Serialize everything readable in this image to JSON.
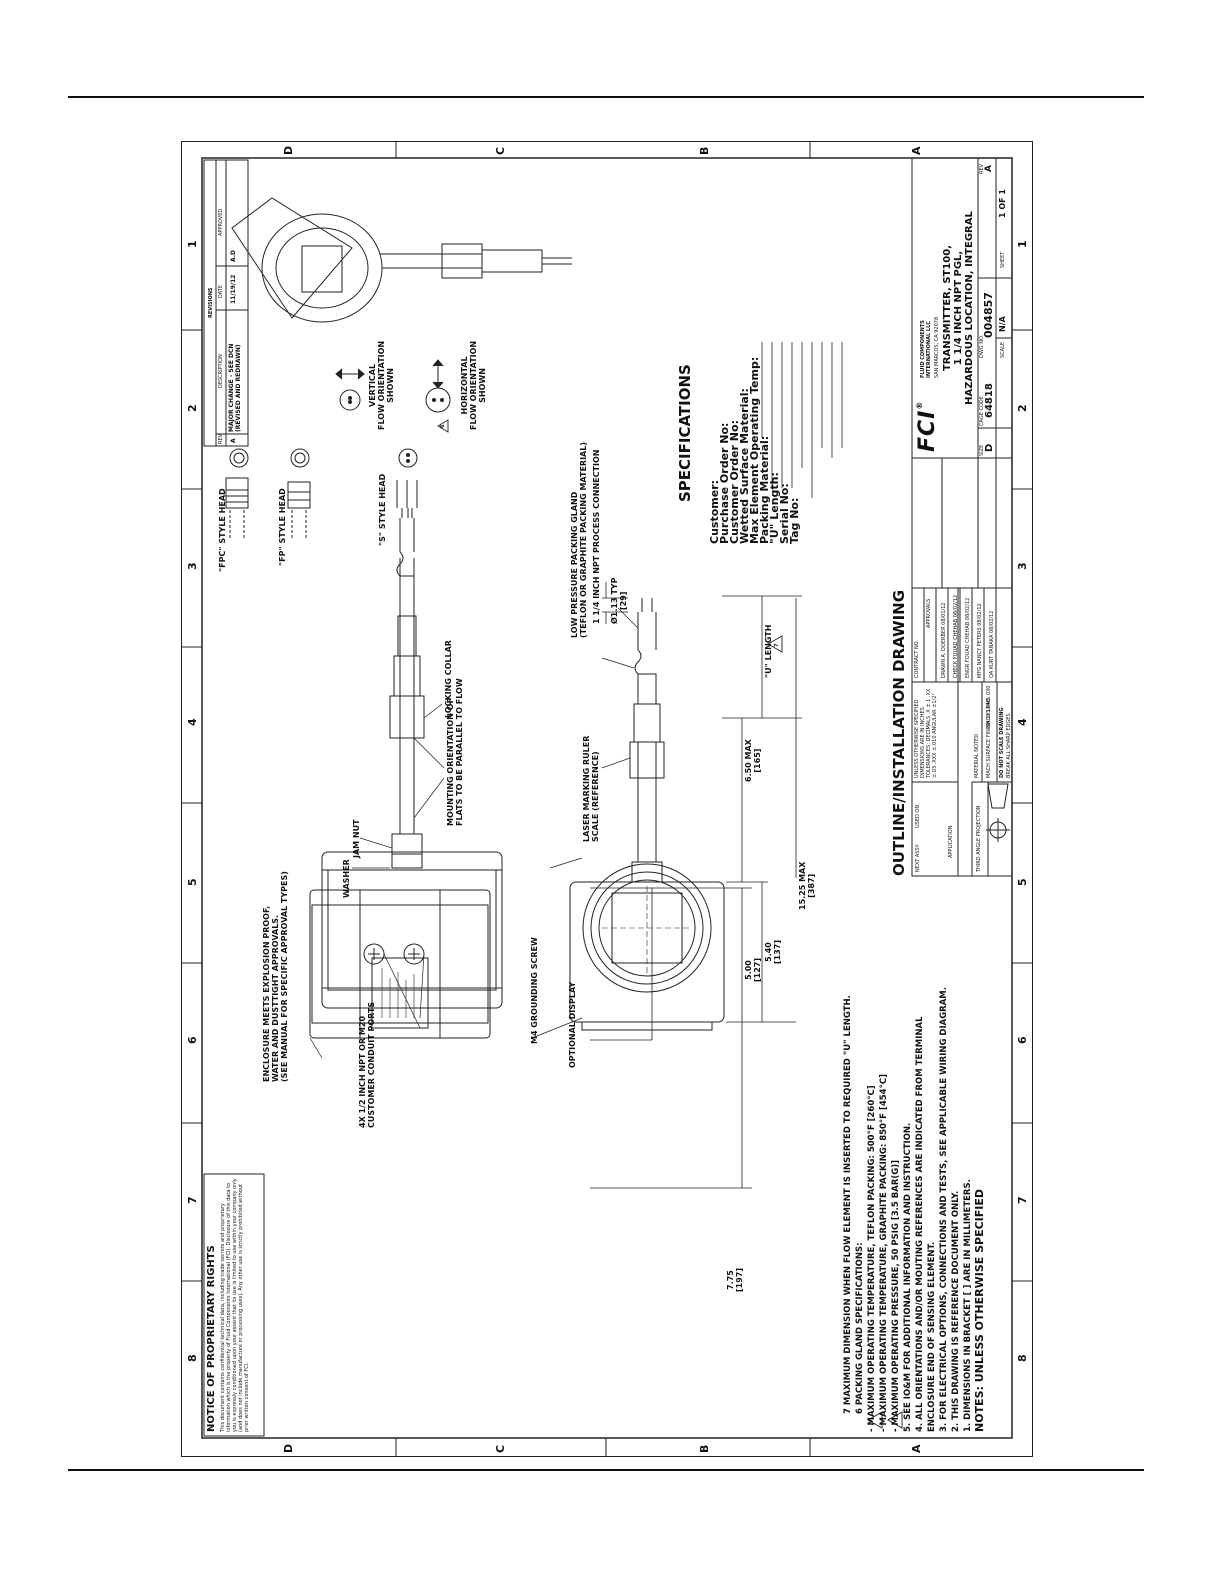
{
  "drawing_title": "OUTLINE/INSTALLATION DRAWING",
  "proprietary": {
    "heading": "NOTICE OF PROPRIETARY RIGHTS",
    "text": "This document contains confidential technical data, including trade secrets and proprietary information which is the property of Fluid Components International (FCI). Disclosure of this data to you is expressly conditioned upon your assent that its use is limited to use within your company only (and does not include manufacture or processing uses). Any other use is strictly prohibited without prior written consent of FCI."
  },
  "revisions": {
    "title": "REVISIONS",
    "headers": [
      "REV",
      "DESCRIPTION",
      "DATE",
      "APPROVED"
    ],
    "rows": [
      [
        "A",
        "MAJOR CHANGE - SEE DCN (REVISED AND REDRAWN)",
        "11/19/12",
        "A.D"
      ]
    ]
  },
  "zones": {
    "top": [
      "8",
      "7",
      "6",
      "5",
      "4",
      "3",
      "2",
      "1"
    ],
    "side": [
      "D",
      "C",
      "B",
      "A"
    ]
  },
  "callouts": {
    "enclosure": [
      "ENCLOSURE MEETS EXPLOSION PROOF,",
      "WATER AND DUSTTIGHT APPROVALS.",
      "(SEE MANUAL FOR SPECIFIC APPROVAL TYPES)"
    ],
    "washer": "WASHER",
    "jam_nut": "JAM NUT",
    "locking_collar": "LOCKING COLLAR",
    "mounting": [
      "MOUNTING ORIENTATION OF",
      "FLATS TO BE PARALLEL TO FLOW"
    ],
    "fpc_head": "\"FPC\" STYLE HEAD",
    "fp_head": "\"FP\" STYLE HEAD",
    "s_head": "\"S\" STYLE HEAD",
    "conduit": [
      "4X 1/2 INCH NPT OR M20",
      "CUSTOMER CONDUIT PORTS"
    ],
    "grounding": "M4 GROUNDING SCREW",
    "display": "OPTIONAL DISPLAY",
    "laser": [
      "LASER MARKING RULER",
      "SCALE (REFERENCE)"
    ],
    "packing": [
      "LOW PRESSURE PACKING GLAND",
      "(TEFLON OR GRAPHITE PACKING MATERIAL)"
    ],
    "process_conn": "1 1/4 INCH NPT PROCESS CONNECTION",
    "vertical": [
      "VERTICAL",
      "FLOW ORIENTATION",
      "SHOWN"
    ],
    "horizontal": [
      "HORIZONTAL",
      "FLOW ORIENTATION",
      "SHOWN"
    ],
    "packing_flag": "6",
    "max_flag": "7"
  },
  "dimensions": {
    "d500": [
      "5.00",
      "[127]"
    ],
    "d775": [
      "7.75",
      "[197]"
    ],
    "d540": [
      "5.40",
      "[137]"
    ],
    "d650": [
      "6.50  MAX",
      "[165]"
    ],
    "d1525": [
      "15.25 MAX",
      "[387]"
    ],
    "u_length": "\"U\" LENGTH",
    "dia": [
      "Ø1.13 TYP",
      "[29]"
    ]
  },
  "specifications": {
    "heading": "SPECIFICATIONS",
    "fields": [
      "Customer:",
      "Purchase Order No:",
      "Customer Order No:",
      "Wetted Surface Material:",
      "Max Element Operating Temp:",
      "Packing Material:",
      "\"U\" Length:",
      "Serial No:",
      "Tag No:"
    ]
  },
  "notes": {
    "heading": "NOTES: UNLESS OTHERWISE SPECIFIED",
    "items": [
      "1.   DIMENSIONS IN BRACKET [ ] ARE IN MILLIMETERS.",
      "2.   THIS DRAWING IS REFERENCE DOCUMENT ONLY.",
      "3.   FOR ELECTRICAL OPTIONS, CONNECTIONS AND TESTS, SEE APPLICABLE WIRING DIAGRAM.",
      "4.   ALL ORIENTATIONS AND/OR MOUTING REFERENCES ARE INDICATED FROM TERMINAL",
      "      ENCLOSURE END OF SENSING ELEMENT.",
      "5.   SEE IO&M FOR ADDITIONAL INFORMATION AND INSTRUCTION.",
      "6    PACKING GLAND SPECIFICATIONS:",
      "      - MAXIMUM OPERATING TEMPERATURE, TEFLON PACKING: 500°F [260°C]",
      "      - MAXIMUM OPERATING TEMPERATURE, GRAPHITE PACKING: 850°F [454°C]",
      "      - MAXIMUM OPERATING PRESSURE, 50 PSIG [3.5 BAR(G)]",
      "7    MAXIMUM DIMENSION WHEN FLOW ELEMENT IS INSERTED TO REQUIRED \"U\" LENGTH."
    ]
  },
  "title_block": {
    "company": "FLUID COMPONENTS INTERNATIONAL LLC",
    "city": "SAN MARCOS, CA 92078",
    "title_lines": [
      "TRANSMITTER, ST100,",
      "1 1/4 INCH NPT PGL,",
      "HAZARDOUS LOCATION, INTEGRAL"
    ],
    "cage_code_label": "CAGE CODE",
    "cage_code": "64818",
    "size_label": "SIZE",
    "size": "D",
    "dwg_no_label": "DWG NO.",
    "dwg_no": "004857",
    "rev_label": "REV",
    "rev": "A",
    "scale_label": "SCALE",
    "scale": "N/A",
    "sheet_label": "SHEET",
    "sheet": "1 OF 1",
    "approvals": [
      [
        "DRAWN",
        "A. DOERBER",
        "08/01/12"
      ],
      [
        "CHECK",
        "FOUAD CHEHAB",
        "08/02/12"
      ],
      [
        "ENGR",
        "FOUAD CHEHAB",
        "08/02/12"
      ],
      [
        "MFG",
        "NANCY PETERS",
        "08/02/12"
      ],
      [
        "QA",
        "KURT TANAKA",
        "08/02/12"
      ]
    ],
    "tolerances": "UNLESS OTHERWISE SPECIFIED DIMENSIONS ARE IN INCHES TOLERANCES: DECIMALS .X ±.1 .XX ±.03 .XXX ±.010 ANGULAR ±1/2°",
    "material": "MATERIAL   NOTED",
    "finish": "MACH SURFACE FINISH 125 RMS",
    "mach_lead": "MACH LEAD .030",
    "dont_scale": "DO NOT SCALE DRAWING",
    "break_edges": "BREAK ALL SHARP EDGES",
    "projection": "THIRD ANGLE PROJECTION",
    "next_assy": "NEXT ASSY",
    "used_on": "USED ON",
    "application": "APPLICATION",
    "contract": "CONTRACT NO.",
    "approvals_label": "APPROVALS"
  }
}
